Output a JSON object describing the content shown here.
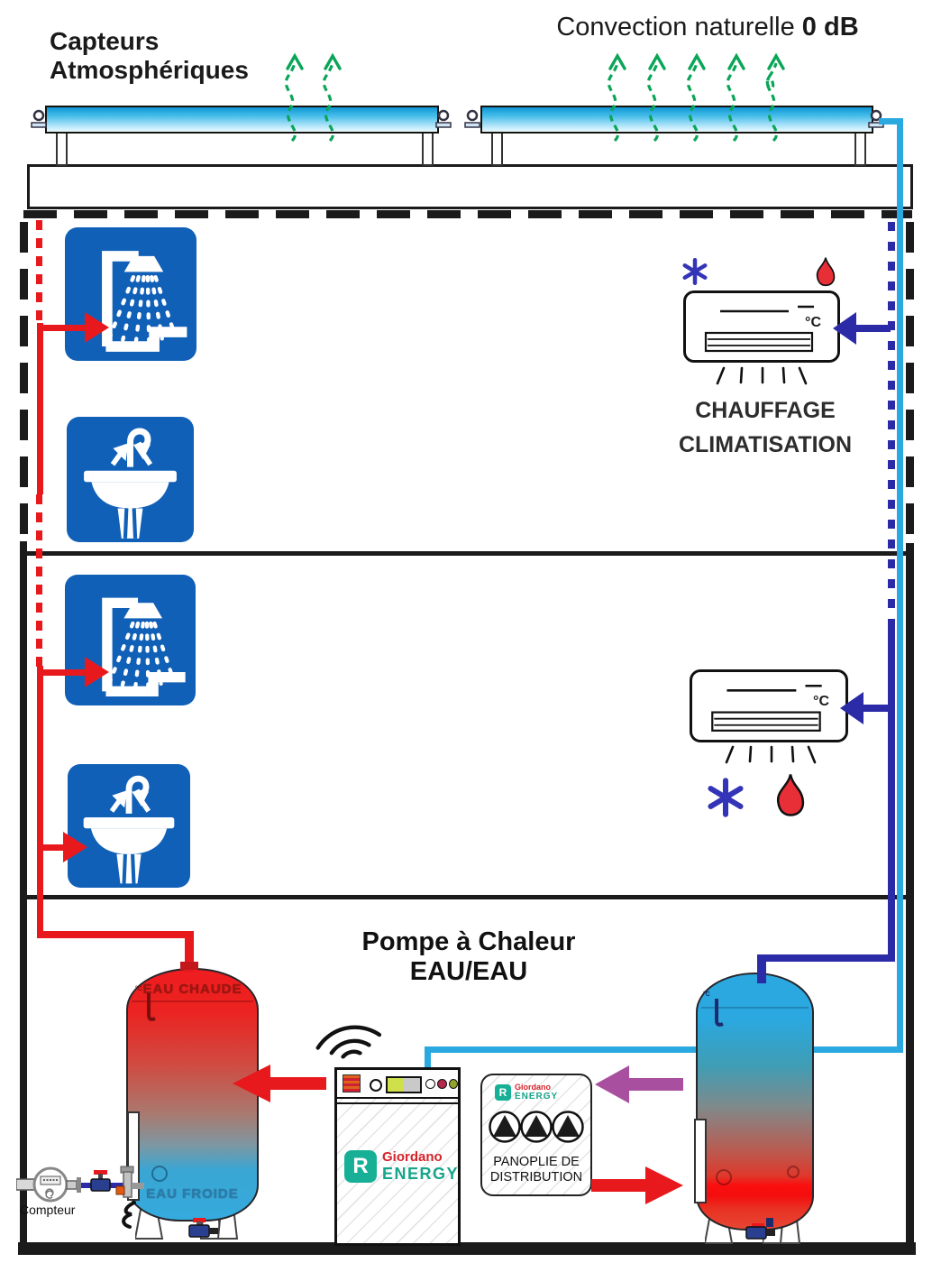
{
  "header": {
    "capteurs_line1": "Capteurs",
    "capteurs_line2": "Atmosphériques",
    "convection_text": "Convection naturelle",
    "convection_bold": "0 dB"
  },
  "floors": {
    "chauffage_line1": "CHAUFFAGE",
    "chauffage_line2": "CLIMATISATION",
    "ac_temp_label": "°C"
  },
  "ground": {
    "pump_title_line1": "Pompe à Chaleur",
    "pump_title_line2": "EAU/EAU",
    "hot_tank_top_label": "EAU CHAUDE",
    "hot_tank_bottom_label": "EAU FROIDE",
    "panel_line1": "PANOPLIE DE",
    "panel_line2": "DISTRIBUTION",
    "meter_label": "Compteur",
    "thermometer_label": "°C"
  },
  "brand": {
    "name": "Giordano",
    "sub": "ENERGY",
    "logo_letter": "R"
  },
  "colors": {
    "red": "#e8191c",
    "navy": "#2b2ba8",
    "cyan": "#29a9e0",
    "green": "#0aa557",
    "purple": "#a8509f",
    "icon_blue": "#1160b8",
    "brand_red": "#d6232a",
    "brand_green": "#16a58b",
    "wall": "#1b1b1b"
  }
}
